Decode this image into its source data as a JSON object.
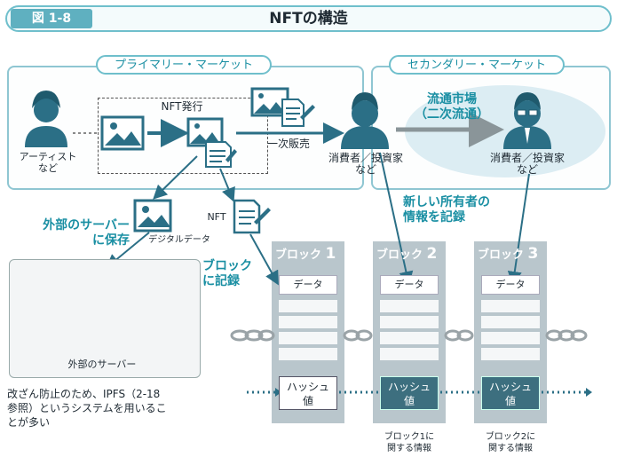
{
  "header": {
    "figure_tag": "図 1-8",
    "title": "NFTの構造"
  },
  "primary": {
    "market_label": "プライマリー・マーケット",
    "artist_label_1": "アーティスト",
    "artist_label_2": "など",
    "nft_issue_label": "NFT発行",
    "first_sale_label": "一次販売"
  },
  "secondary": {
    "market_label": "セカンダリー・マーケット",
    "market_place_1": "流通市場",
    "market_place_2": "（二次流通）",
    "consumer_label_1": "消費者／投資家",
    "consumer_label_2": "など"
  },
  "middle": {
    "consumer_label_1": "消費者／投資家",
    "consumer_label_2": "など",
    "new_owner_1": "新しい所有者の",
    "new_owner_2": "情報を記録",
    "external_save_1": "外部のサーバー",
    "external_save_2": "に保存",
    "digital_data_label": "デジタルデータ",
    "nft_label": "NFT",
    "block_record_1": "ブロック",
    "block_record_2": "に記録"
  },
  "storage": {
    "servers_label": "外部のサーバー",
    "note_1": "改ざん防止のため、IPFS（2-18",
    "note_2": "参照）というシステムを用いるこ",
    "note_3": "とが多い"
  },
  "blocks": [
    {
      "title": "ブロック",
      "number": "1",
      "data_label": "データ",
      "hash_1": "ハッシュ",
      "hash_2": "値"
    },
    {
      "title": "ブロック",
      "number": "2",
      "data_label": "データ",
      "hash_1": "ハッシュ",
      "hash_2": "値",
      "caption_1": "ブロック1に",
      "caption_2": "関する情報"
    },
    {
      "title": "ブロック",
      "number": "3",
      "data_label": "データ",
      "hash_1": "ハッシュ",
      "hash_2": "値",
      "caption_1": "ブロック2に",
      "caption_2": "関する情報"
    }
  ],
  "colors": {
    "accent": "#1a8fa3",
    "icon": "#2b6f86",
    "block": "#b9c6cc",
    "hash_dark": "#3d6f7f"
  }
}
